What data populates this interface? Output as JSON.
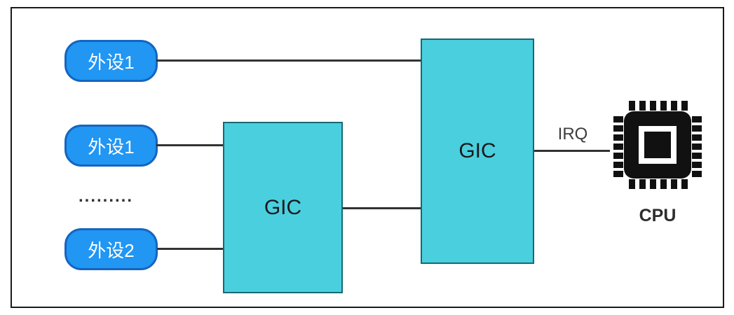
{
  "diagram": {
    "peripherals": [
      {
        "label": "外设1"
      },
      {
        "label": "外设1"
      },
      {
        "label": "外设2"
      }
    ],
    "ellipsis": ".........",
    "gic_small": {
      "label": "GIC"
    },
    "gic_large": {
      "label": "GIC"
    },
    "irq_label": "IRQ",
    "cpu_label": "CPU",
    "colors": {
      "peripheral_fill": "#2196f3",
      "peripheral_border": "#1565c0",
      "gic_fill": "#4acfdf",
      "gic_border": "#17696f",
      "wire": "#333333",
      "frame_border": "#1a1a1a",
      "cpu_icon": "#111111"
    }
  }
}
